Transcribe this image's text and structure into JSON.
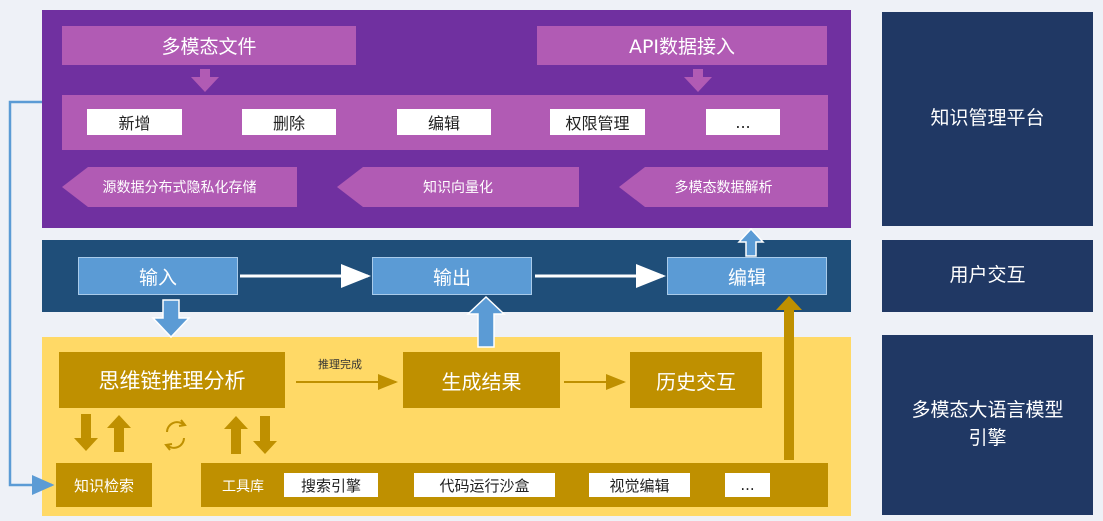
{
  "platform": {
    "sources": [
      "多模态文件",
      "API数据接入"
    ],
    "ops": [
      "新增",
      "删除",
      "编辑",
      "权限管理",
      "..."
    ],
    "pipeline": [
      "源数据分布式隐私化存储",
      "知识向量化",
      "多模态数据解析"
    ]
  },
  "interaction": {
    "nodes": [
      "输入",
      "输出",
      "编辑"
    ]
  },
  "engine": {
    "nodes": [
      "思维链推理分析",
      "生成结果",
      "历史交互"
    ],
    "edge_label": "推理完成",
    "retrieval": "知识检索",
    "toolbox_label": "工具库",
    "tools": [
      "搜索引擎",
      "代码运行沙盒",
      "视觉编辑",
      "..."
    ]
  },
  "side_labels": [
    "知识管理平台",
    "用户交互",
    "多模态大语言模型\n引擎"
  ],
  "colors": {
    "platform": "#7030a0",
    "platform_item": "#b15bb4",
    "interaction": "#1f4e79",
    "interaction_node": "#5b9bd5",
    "engine": "#ffd966",
    "engine_node": "#bf9000",
    "side_panel": "#203864",
    "connector": "#5b9bd5"
  }
}
